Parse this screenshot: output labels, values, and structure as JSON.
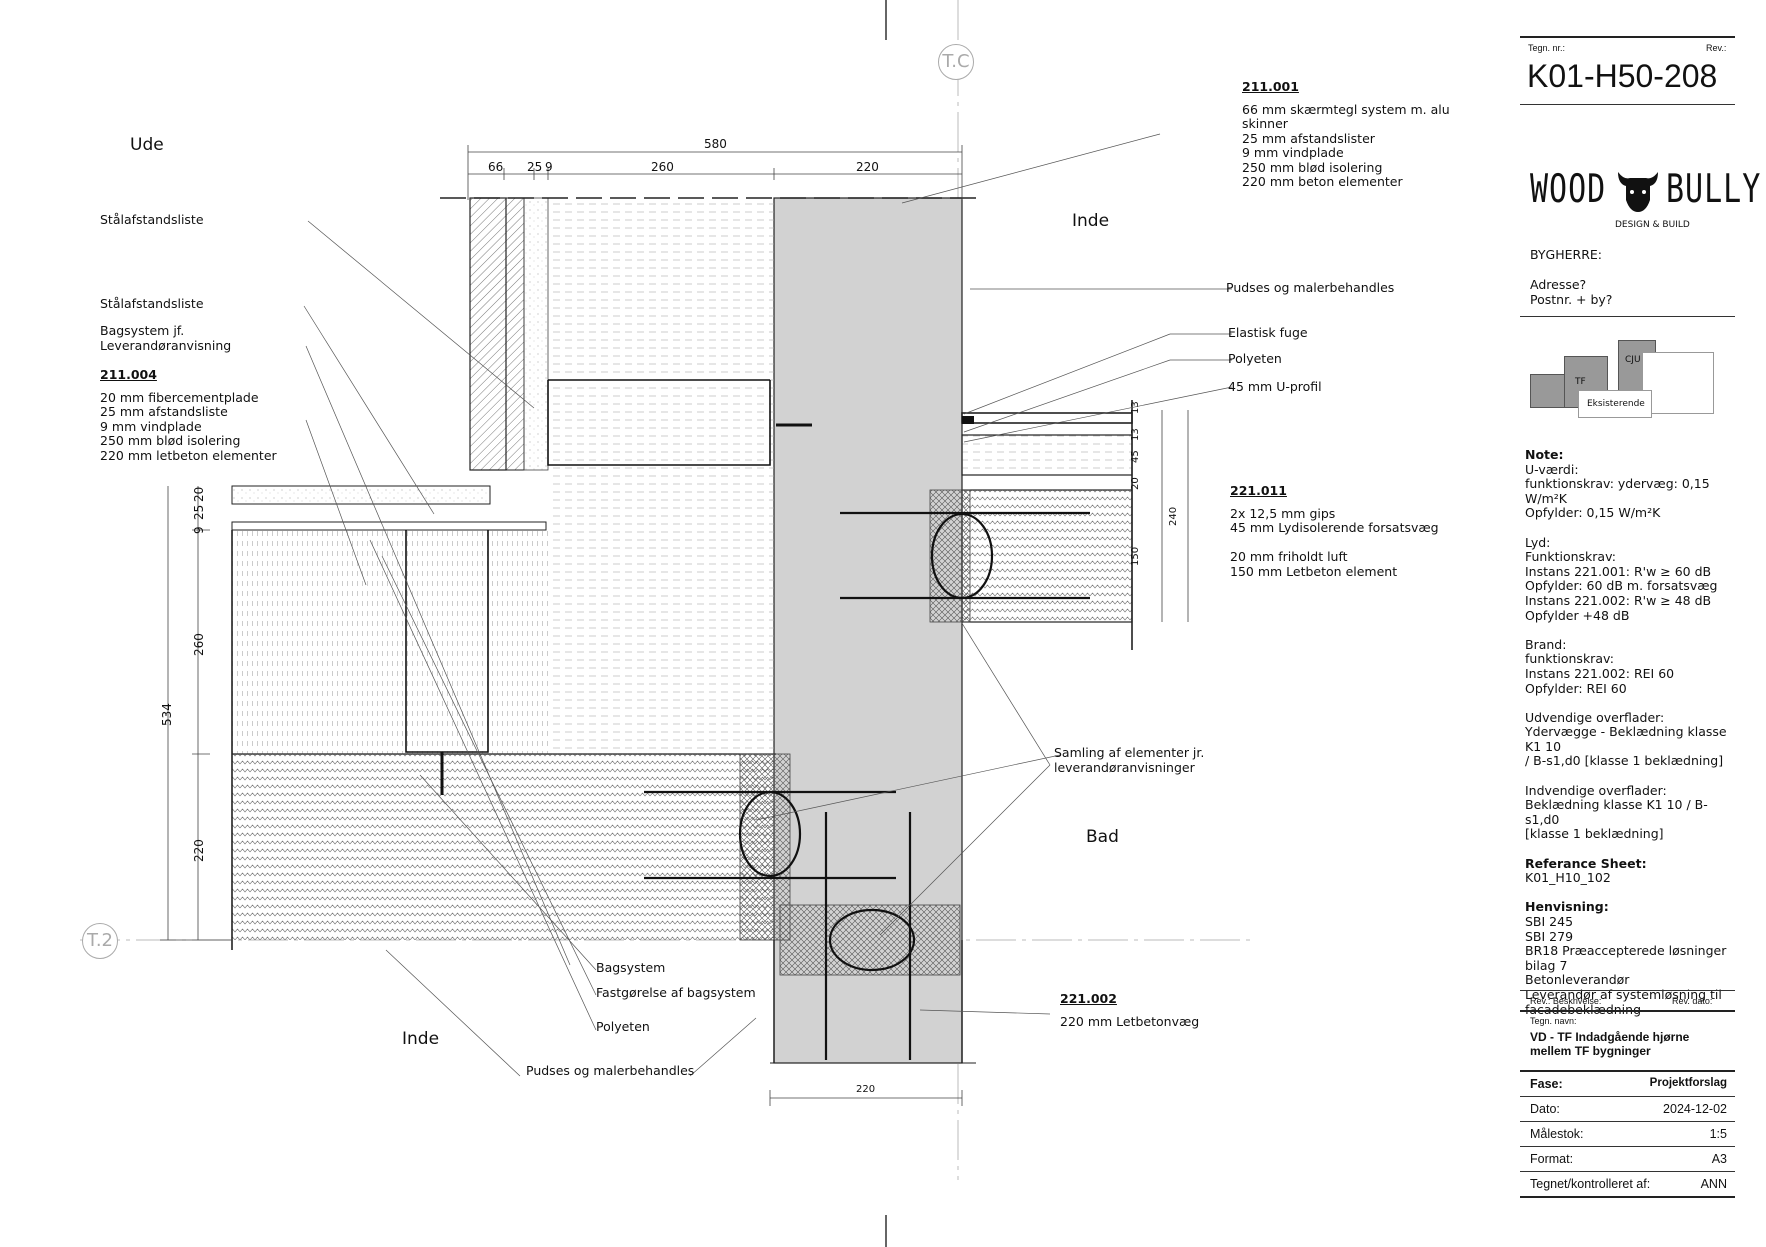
{
  "drawing_number_label": "Tegn. nr.:",
  "rev_label": "Rev.:",
  "drawing_number": "K01-H50-208",
  "logo": {
    "left": "WOOD",
    "right": "BULLY",
    "tagline": "DESIGN & BUILD"
  },
  "client": {
    "label": "BYGHERRE:",
    "address": "Adresse?",
    "postal": "Postnr. + by?"
  },
  "keyplan": {
    "tf": "TF",
    "cju": "CJU",
    "existing": "Eksisterende"
  },
  "notes": [
    {
      "title": "Note:",
      "lines": [
        "U-værdi:",
        "funktionskrav: ydervæg: 0,15 W/m²K",
        "Opfylder: 0,15 W/m²K"
      ]
    },
    {
      "title": "",
      "lines": [
        "Lyd:",
        "Funktionskrav:",
        "Instans 221.001: R'w ≥ 60 dB",
        "Opfylder: 60 dB m. forsatsvæg",
        "Instans 221.002: R'w ≥ 48 dB",
        "Opfylder +48 dB"
      ]
    },
    {
      "title": "",
      "lines": [
        "Brand:",
        "funktionskrav:",
        "Instans 221.002: REI 60",
        "Opfylder: REI 60"
      ]
    },
    {
      "title": "",
      "lines": [
        "Udvendige overflader:",
        "Ydervægge - Beklædning klasse K1 10",
        "/ B-s1,d0 [klasse 1 beklædning]"
      ]
    },
    {
      "title": "",
      "lines": [
        "Indvendige overflader:",
        "Beklædning klasse K1 10 / B-s1,d0",
        "[klasse 1 beklædning]"
      ]
    },
    {
      "title": "Referance Sheet:",
      "lines": [
        "K01_H10_102"
      ]
    },
    {
      "title": "Henvisning:",
      "lines": [
        "SBI 245",
        "SBI 279",
        "BR18 Præaccepterede løsninger",
        "bilag 7",
        "Betonleverandør",
        "Leverandør af systemløsning til",
        "facadebeklædning"
      ]
    }
  ],
  "revision": {
    "col1": "Rev.: Beskrivelse:",
    "col2": "Rev. dato:"
  },
  "title_label": "Tegn. navn:",
  "title_lines": [
    "VD - TF Indadgående hjørne",
    "mellem TF bygninger"
  ],
  "info": [
    {
      "label": "Fase:",
      "value": "Projektforslag",
      "bold": true
    },
    {
      "label": "Dato:",
      "value": "2024-12-02",
      "bold": false
    },
    {
      "label": "Målestok:",
      "value": "1:5",
      "bold": false
    },
    {
      "label": "Format:",
      "value": "A3",
      "bold": false
    },
    {
      "label": "Tegnet/kontrolleret af:",
      "value": "ANN",
      "bold": false
    }
  ],
  "grid_labels": {
    "tc": "T.C",
    "t2": "T.2"
  },
  "rooms": {
    "ude": "Ude",
    "inde_right": "Inde",
    "inde_bottom": "Inde",
    "bad": "Bad"
  },
  "dims_top": {
    "total": "580",
    "a": "66",
    "b": "25",
    "c": "9",
    "d": "260",
    "e": "220"
  },
  "dims_left": {
    "a": "9",
    "b": "25",
    "c": "20",
    "d": "260",
    "total": "534",
    "e": "220"
  },
  "dims_right": {
    "a": "13",
    "b": "13",
    "c": "45",
    "d": "20",
    "e": "150",
    "total": "240"
  },
  "dim_bottom": "220",
  "spec_211001": {
    "ref": "211.001",
    "lines": [
      "66 mm skærmtegl system m. alu",
      "skinner",
      "25 mm afstandslister",
      "9 mm vindplade",
      "250 mm blød isolering",
      "220 mm beton elementer"
    ]
  },
  "spec_211004": {
    "ref": "211.004",
    "lines": [
      "20 mm fibercementplade",
      "25 mm afstandsliste",
      "9 mm vindplade",
      "250 mm blød isolering",
      "220 mm letbeton elementer"
    ]
  },
  "spec_221011": {
    "ref": "221.011",
    "lines": [
      "2x 12,5 mm gips",
      "45 mm Lydisolerende forsatsvæg",
      "",
      "20 mm friholdt luft",
      "150 mm Letbeton element"
    ]
  },
  "spec_221002": {
    "ref": "221.002",
    "lines": [
      "220 mm Letbetonvæg"
    ]
  },
  "labels": {
    "stal1": "Stålafstandsliste",
    "stal2": "Stålafstandsliste",
    "bagsystem_jf": [
      "Bagsystem jf.",
      "Leverandøranvisning"
    ],
    "pudses_top": "Pudses og malerbehandles",
    "elastisk": "Elastisk fuge",
    "polyeten_top": "Polyeten",
    "uprofil": "45 mm U-profil",
    "samling": [
      "Samling af elementer jr.",
      "leverandøranvisninger"
    ],
    "bagsystem": "Bagsystem",
    "fastgorelse": "Fastgørelse af bagsystem",
    "polyeten_bottom": "Polyeten",
    "pudses_bottom": "Pudses og malerbehandles"
  }
}
